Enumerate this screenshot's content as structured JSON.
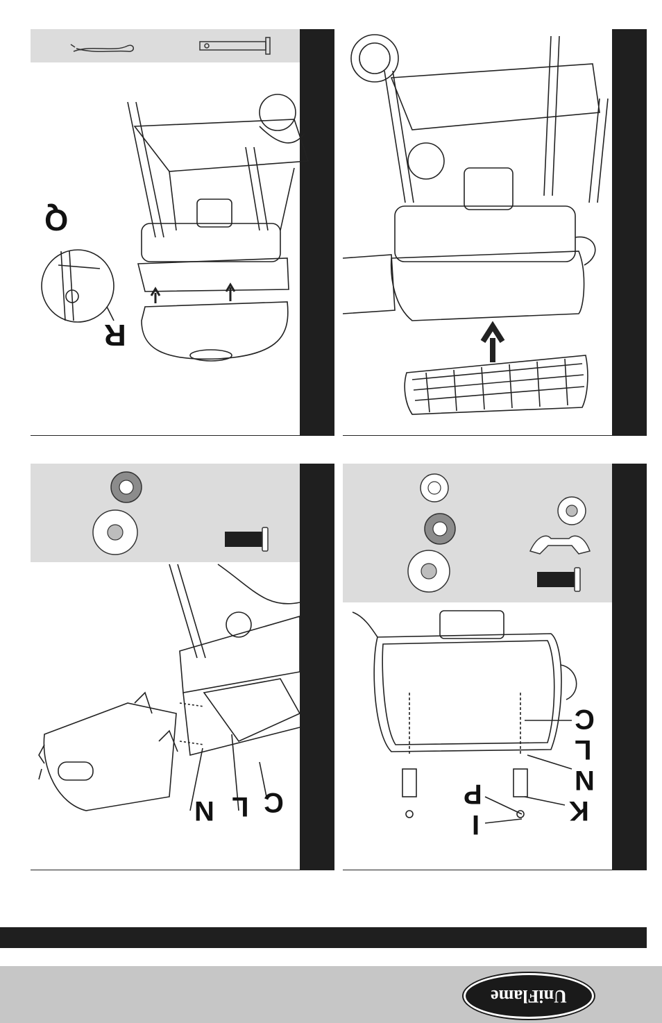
{
  "callouts": {
    "panel1": [
      "Q",
      "R"
    ],
    "panel3": [
      "N",
      "L",
      "C"
    ],
    "panel4": [
      "C",
      "L",
      "N",
      "K",
      "P",
      "I"
    ]
  },
  "logo": {
    "text": "UniFlame"
  },
  "colors": {
    "ink": "#111111",
    "band": "#dcdcdc",
    "bar": "#1f1f1f",
    "footer": "#c6c6c6"
  }
}
